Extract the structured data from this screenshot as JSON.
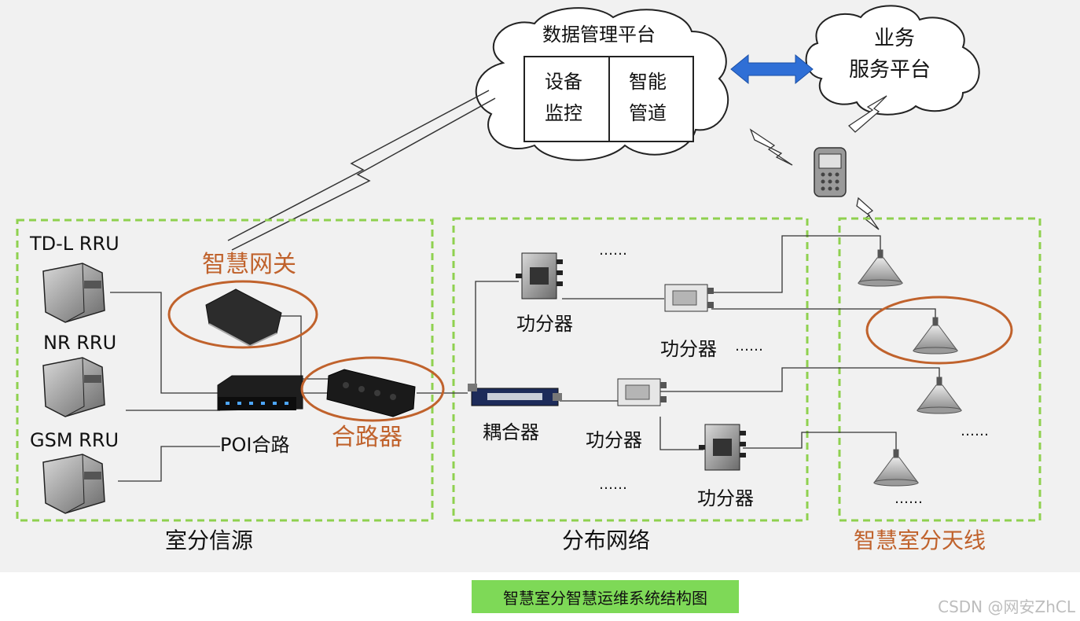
{
  "cloud_platform": {
    "title": "数据管理平台",
    "box_left": [
      "设备",
      "监控"
    ],
    "box_right": [
      "智能",
      "管道"
    ]
  },
  "business_platform": {
    "lines": [
      "业务",
      "服务平台"
    ]
  },
  "sections": {
    "source": "室分信源",
    "network": "分布网络",
    "antenna": "智慧室分天线"
  },
  "rru": [
    "TD-L  RRU",
    "NR  RRU",
    "GSM  RRU"
  ],
  "gateway": "智慧网关",
  "poi": "POI合路",
  "combiner": "合路器",
  "coupler": "耦合器",
  "splitter": "功分器",
  "ellipsis": "……",
  "caption": "智慧室分智慧运维系统结构图",
  "watermark": "CSDN @网安ZhCL",
  "colors": {
    "dashed_border": "#8fd14f",
    "arrow": "#2f6fd6",
    "highlight": "#c0622c",
    "caption_bg": "#7ed957"
  }
}
